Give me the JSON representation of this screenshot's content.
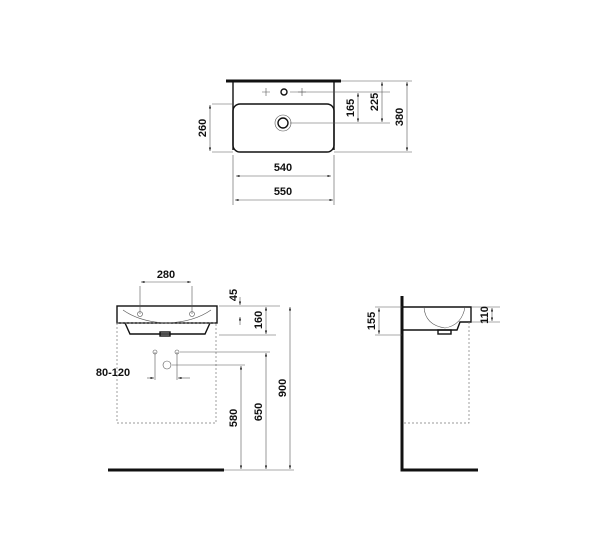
{
  "top_view": {
    "dims": {
      "inner_width": "540",
      "outer_width": "550",
      "bowl_depth": "260",
      "drain_offset": "165",
      "drain_from_back": "225",
      "total_depth": "380"
    }
  },
  "front_view": {
    "dims": {
      "tap_spacing": "280",
      "rim_thickness": "45",
      "basin_height": "160",
      "trap_range": "80-120",
      "drain_height": "580",
      "supply_height": "650",
      "rim_height": "900"
    }
  },
  "side_view": {
    "dims": {
      "overall_height": "155",
      "front_height": "110"
    }
  }
}
